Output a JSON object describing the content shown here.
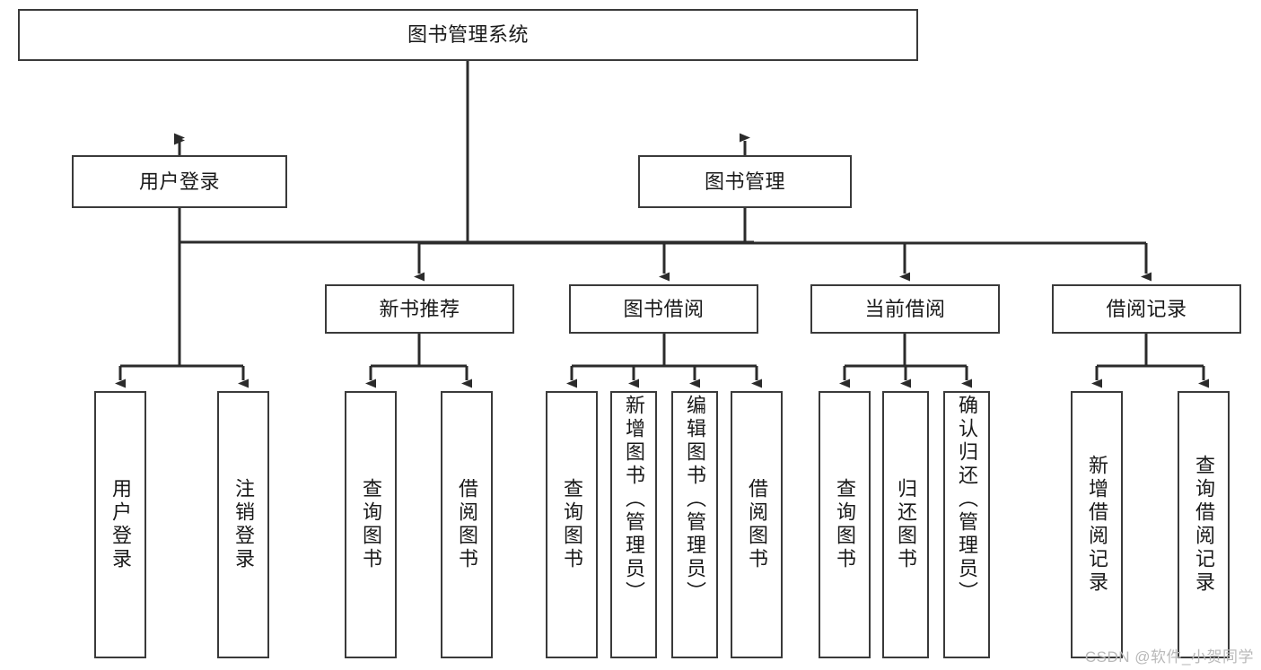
{
  "diagram": {
    "title": "图书管理系统",
    "watermark": "CSDN @软件_小贺同学",
    "colors": {
      "box_border": "#3a3a3a",
      "box_fill": "#ffffff",
      "edge": "#2b2b2b",
      "text": "#1a1a1a",
      "watermark": "#b9b9b9",
      "background": "#ffffff"
    },
    "root": {
      "label": "图书管理系统"
    },
    "level2": [
      {
        "label": "用户登录"
      },
      {
        "label": "图书管理"
      }
    ],
    "level3": [
      {
        "label": "新书推荐"
      },
      {
        "label": "图书借阅"
      },
      {
        "label": "当前借阅"
      },
      {
        "label": "借阅记录"
      }
    ],
    "leaves": {
      "user_login": [
        {
          "label": "用户登录"
        },
        {
          "label": "注销登录"
        }
      ],
      "new_book_recommend": [
        {
          "label": "查询图书"
        },
        {
          "label": "借阅图书"
        }
      ],
      "book_borrow": [
        {
          "label": "查询图书"
        },
        {
          "label": "新增图书（管理员）"
        },
        {
          "label": "编辑图书（管理员）"
        },
        {
          "label": "借阅图书"
        }
      ],
      "current_borrow": [
        {
          "label": "查询图书"
        },
        {
          "label": "归还图书"
        },
        {
          "label": "确认归还（管理员）"
        }
      ],
      "borrow_record": [
        {
          "label": "新增借阅记录"
        },
        {
          "label": "查询借阅记录"
        }
      ]
    }
  }
}
